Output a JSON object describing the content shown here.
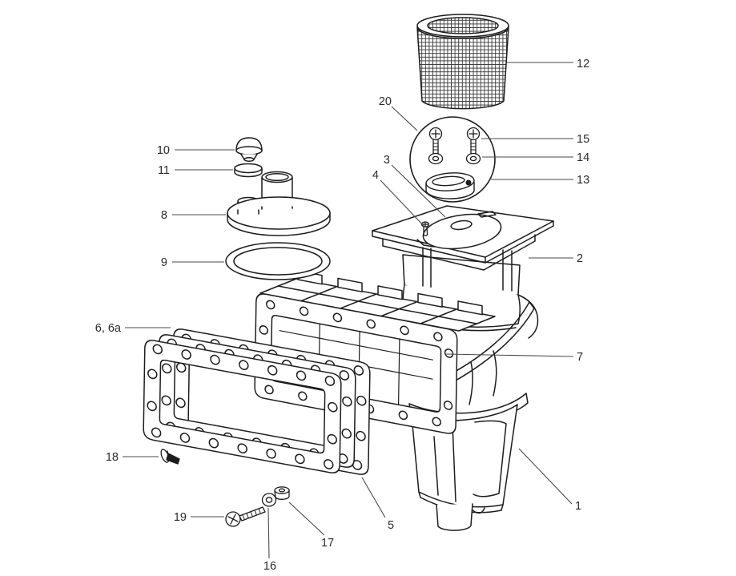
{
  "diagram": {
    "kind": "exploded-parts-diagram",
    "colors": {
      "background": "#ffffff",
      "line": "#1c1c1c",
      "leader": "#4a4a4a",
      "label": "#2b2b2b"
    },
    "callouts": [
      {
        "label": "1"
      },
      {
        "label": "2"
      },
      {
        "label": "3"
      },
      {
        "label": "4"
      },
      {
        "label": "5"
      },
      {
        "label": "6, 6a"
      },
      {
        "label": "7"
      },
      {
        "label": "8"
      },
      {
        "label": "9"
      },
      {
        "label": "10"
      },
      {
        "label": "11"
      },
      {
        "label": "12"
      },
      {
        "label": "13"
      },
      {
        "label": "14"
      },
      {
        "label": "15"
      },
      {
        "label": "16"
      },
      {
        "label": "17"
      },
      {
        "label": "18"
      },
      {
        "label": "19"
      },
      {
        "label": "20"
      }
    ]
  }
}
